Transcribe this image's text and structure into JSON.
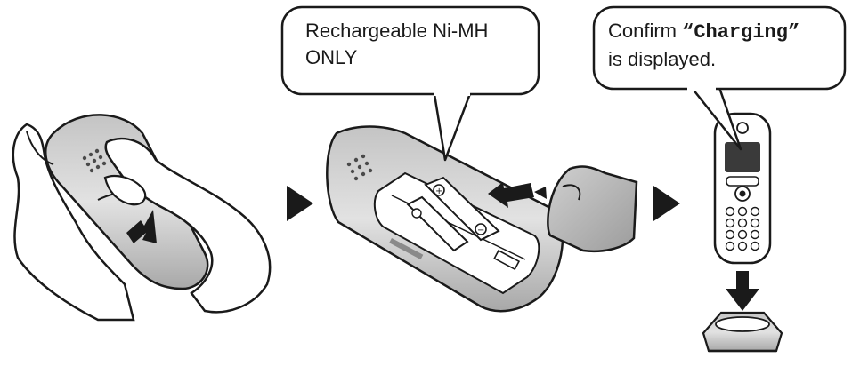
{
  "steps": [
    {
      "id": "remove-cover",
      "description_icon": "hand-holding-handset"
    },
    {
      "id": "insert-batteries",
      "description_icon": "battery-compartment"
    },
    {
      "id": "place-on-charger",
      "description_icon": "handset-on-base"
    }
  ],
  "callouts": {
    "battery": {
      "line1": "Rechargeable Ni-MH",
      "line2": "ONLY"
    },
    "confirm": {
      "prefix": "Confirm ",
      "open_quote": "“",
      "status": "Charging",
      "close_quote": "”",
      "line2": "is displayed."
    }
  },
  "icons": {
    "arrow": "play-arrow-icon",
    "down_arrow": "down-arrow-icon",
    "slide_arrow": "slide-arrow-icon"
  },
  "colors": {
    "line": "#1a1a1a",
    "device_fill": "#d6d6d6",
    "device_dark": "#8a8a8a",
    "skin": "#ffffff"
  }
}
